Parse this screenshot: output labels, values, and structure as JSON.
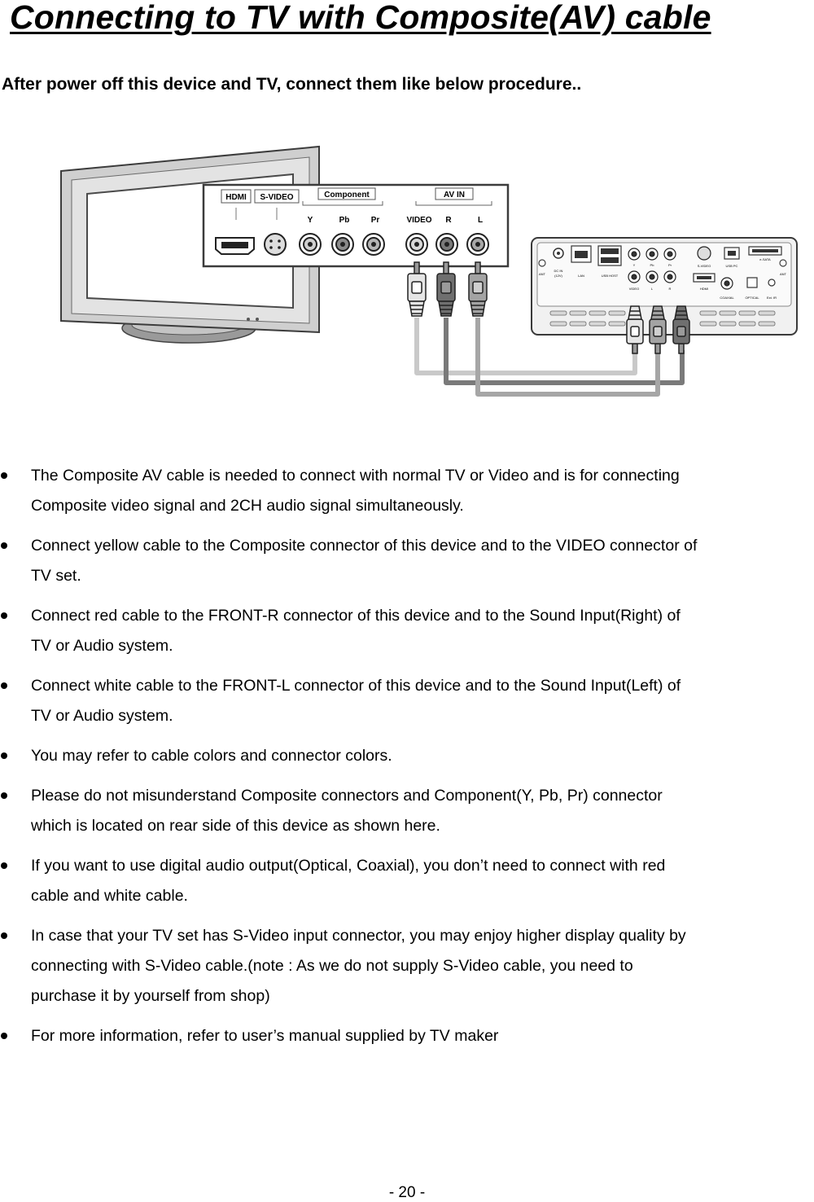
{
  "page": {
    "title": "Connecting to TV with Composite(AV) cable",
    "subtitle": "After power off this device and TV, connect them like below procedure..",
    "page_number": "- 20 -"
  },
  "diagram": {
    "tv_panel": {
      "hdmi": "HDMI",
      "svideo": "S-VIDEO",
      "component": "Component",
      "av_in": "AV IN",
      "y": "Y",
      "pb": "Pb",
      "pr": "Pr",
      "video": "VIDEO",
      "r": "R",
      "l": "L"
    },
    "device_panel": {
      "dc_in": "DC IN",
      "dc_in_volts": "(12V)",
      "lan": "LAN",
      "usb_host": "USB HOST",
      "video": "VIDEO",
      "l": "L",
      "r": "R",
      "y": "Y",
      "pb": "Pb",
      "pr": "Pr",
      "svideo": "S-VIDEO",
      "usb_pc": "USB PC",
      "esata": "e-SATA",
      "hdmi": "HDMI",
      "coaxial": "COAXIAL",
      "optical": "OPTICAL",
      "ext_ir": "Ext. IR",
      "ant_left": "ANT",
      "ant_right": "ANT"
    }
  },
  "bullets": [
    "The Composite AV cable is needed to connect with normal TV or Video and is for connecting\nComposite video signal and 2CH audio signal simultaneously.",
    "Connect yellow cable to the Composite connector of this device and to the VIDEO connector of\nTV set.",
    "Connect red cable to the FRONT-R connector of this device and to the Sound Input(Right) of\nTV or Audio system.",
    "Connect white cable to the FRONT-L connector of this device and to the Sound Input(Left) of\nTV or Audio system.",
    "You may refer to cable colors and connector colors.",
    "Please do not misunderstand Composite connectors and Component(Y, Pb, Pr) connector\nwhich is located on rear side of this device as shown here.",
    "If you want to use digital audio output(Optical, Coaxial), you don’t need to connect with red\ncable and white cable.",
    "In case that your TV set has S-Video input connector, you may enjoy higher display quality by\nconnecting with S-Video cable.(note : As we do not supply S-Video cable, you need to\npurchase it by yourself from shop)",
    "For more information, refer to user’s manual supplied by TV maker"
  ]
}
